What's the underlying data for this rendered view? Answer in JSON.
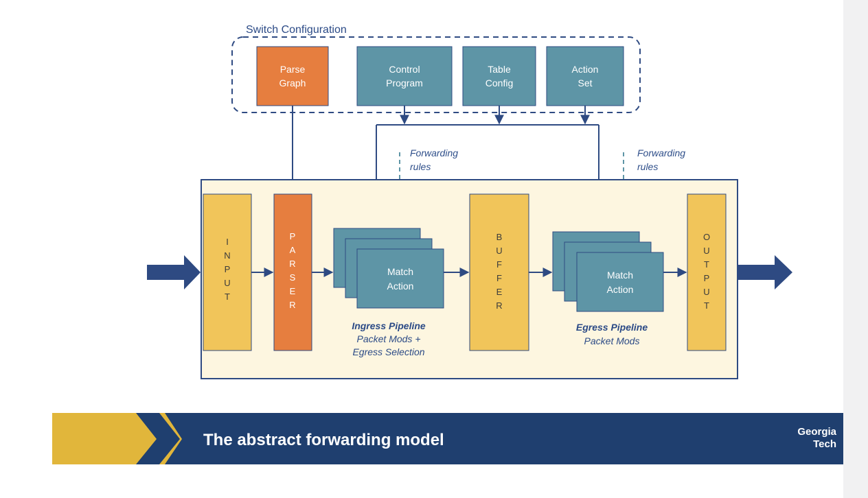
{
  "colors": {
    "navy": "#2e4a82",
    "teal": "#5e95a6",
    "orange": "#e67e3f",
    "yellow": "#f1c55a",
    "panel": "#fdf6e0",
    "footer_gold": "#e1b63b",
    "footer_navy": "#1f3f6f"
  },
  "switch_config": {
    "title": "Switch Configuration",
    "parse_graph": {
      "line1": "Parse",
      "line2": "Graph"
    },
    "control_program": {
      "line1": "Control",
      "line2": "Program"
    },
    "table_config": {
      "line1": "Table",
      "line2": "Config"
    },
    "action_set": {
      "line1": "Action",
      "line2": "Set"
    }
  },
  "forwarding_rules": {
    "line1": "Forwarding",
    "line2": "rules"
  },
  "pipeline": {
    "input": [
      "I",
      "N",
      "P",
      "U",
      "T"
    ],
    "parser": [
      "P",
      "A",
      "R",
      "S",
      "E",
      "R"
    ],
    "buffer": [
      "B",
      "U",
      "F",
      "F",
      "E",
      "R"
    ],
    "output": [
      "O",
      "U",
      "T",
      "P",
      "U",
      "T"
    ],
    "match_action": {
      "line1": "Match",
      "line2": "Action"
    }
  },
  "ingress": {
    "title": "Ingress Pipeline",
    "line1": "Packet Mods +",
    "line2": "Egress Selection"
  },
  "egress": {
    "title": "Egress Pipeline",
    "line1": "Packet Mods"
  },
  "footer": {
    "title": "The abstract forwarding model",
    "logo_line1": "Georgia",
    "logo_line2": "Tech"
  }
}
